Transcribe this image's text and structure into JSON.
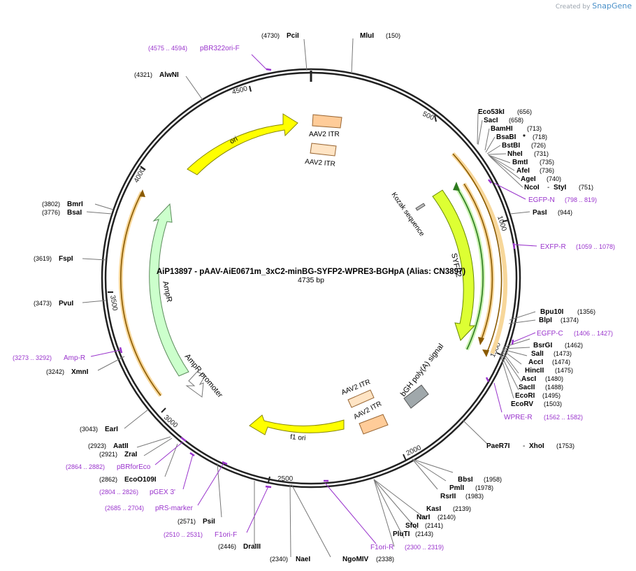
{
  "credit": {
    "prefix": "Created by",
    "brand": "SnapGene"
  },
  "plasmid": {
    "title": "AiP13897 - pAAV-AiE0671m_3xC2-minBG-SYFP2-WPRE3-BGHpA (Alias: CN3897)",
    "size_label": "4735 bp",
    "total_bp": 4735
  },
  "ticks": [
    "500",
    "1000",
    "1500",
    "2000",
    "2500",
    "3000",
    "3500",
    "4000",
    "4500"
  ],
  "features": [
    {
      "name": "ori",
      "color": "#ffff00",
      "border": "#888800"
    },
    {
      "name": "AmpR",
      "color": "#ccffcc",
      "border": "#5a8a5a"
    },
    {
      "name": "AmpR promoter",
      "color": "#ffffff",
      "border": "#777777"
    },
    {
      "name": "f1 ori",
      "color": "#ffff00",
      "border": "#888800"
    },
    {
      "name": "SYFP2",
      "color": "#ddff33",
      "border": "#668800"
    },
    {
      "name": "AAV2 ITR",
      "color": "#ffcc99",
      "border": "#996633"
    },
    {
      "name": "AAV2 ITR",
      "color": "#ffe4c4",
      "border": "#996633"
    },
    {
      "name": "AAV2 ITR",
      "color": "#ffe4c4",
      "border": "#996633"
    },
    {
      "name": "AAV2 ITR",
      "color": "#ffcc99",
      "border": "#996633"
    },
    {
      "name": "bGH poly(A) signal",
      "color": "#a0a8ab",
      "border": "#555555"
    },
    {
      "name": "Kozak sequence",
      "color": "#bbbbbb",
      "border": "#555555"
    }
  ],
  "sites": [
    {
      "name": "MluI",
      "pos": "(150)"
    },
    {
      "name": "PciI",
      "pos": "(4730)"
    },
    {
      "name": "AlwNI",
      "pos": "(4321)"
    },
    {
      "name": "BmrI",
      "pos": "(3802)"
    },
    {
      "name": "BsaI",
      "pos": "(3776)"
    },
    {
      "name": "FspI",
      "pos": "(3619)"
    },
    {
      "name": "PvuI",
      "pos": "(3473)"
    },
    {
      "name": "XmnI",
      "pos": "(3242)"
    },
    {
      "name": "EarI",
      "pos": "(3043)"
    },
    {
      "name": "AatII",
      "pos": "(2923)"
    },
    {
      "name": "ZraI",
      "pos": "(2921)"
    },
    {
      "name": "EcoO109I",
      "pos": "(2862)"
    },
    {
      "name": "PsiI",
      "pos": "(2571)"
    },
    {
      "name": "DraIII",
      "pos": "(2446)"
    },
    {
      "name": "NaeI",
      "pos": "(2340)"
    },
    {
      "name": "NgoMIV",
      "pos": "(2338)"
    },
    {
      "name": "PluTI",
      "pos": "(2143)"
    },
    {
      "name": "SfoI",
      "pos": "(2141)"
    },
    {
      "name": "NarI",
      "pos": "(2140)"
    },
    {
      "name": "KasI",
      "pos": "(2139)"
    },
    {
      "name": "RsrII",
      "pos": "(1983)"
    },
    {
      "name": "PmlI",
      "pos": "(1978)"
    },
    {
      "name": "BbsI",
      "pos": "(1958)"
    },
    {
      "name": "PaeR7I",
      "pos": ""
    },
    {
      "name": "XhoI",
      "pos": "(1753)"
    },
    {
      "name": "EcoRV",
      "pos": "(1503)"
    },
    {
      "name": "EcoRI",
      "pos": "(1495)"
    },
    {
      "name": "SacII",
      "pos": "(1488)"
    },
    {
      "name": "AscI",
      "pos": "(1480)"
    },
    {
      "name": "HincII",
      "pos": "(1475)"
    },
    {
      "name": "AccI",
      "pos": "(1474)"
    },
    {
      "name": "SalI",
      "pos": "(1473)"
    },
    {
      "name": "BsrGI",
      "pos": "(1462)"
    },
    {
      "name": "BlpI",
      "pos": "(1374)"
    },
    {
      "name": "Bpu10I",
      "pos": "(1356)"
    },
    {
      "name": "PasI",
      "pos": "(944)"
    },
    {
      "name": "NcoI",
      "pos": ""
    },
    {
      "name": "StyI",
      "pos": "(751)"
    },
    {
      "name": "AgeI",
      "pos": "(740)"
    },
    {
      "name": "AfeI",
      "pos": "(736)"
    },
    {
      "name": "BmtI",
      "pos": "(735)"
    },
    {
      "name": "NheI",
      "pos": "(731)"
    },
    {
      "name": "BstBI",
      "pos": "(726)"
    },
    {
      "name": "BsaBI",
      "pos": "(718)"
    },
    {
      "name": "BamHI",
      "pos": "(713)"
    },
    {
      "name": "SacI",
      "pos": "(658)"
    },
    {
      "name": "Eco53kI",
      "pos": "(656)"
    }
  ],
  "primers": [
    {
      "name": "pBR322ori-F",
      "range": "(4575 .. 4594)"
    },
    {
      "name": "EGFP-N",
      "range": "(798 .. 819)"
    },
    {
      "name": "EXFP-R",
      "range": "(1059 .. 1078)"
    },
    {
      "name": "EGFP-C",
      "range": "(1406 .. 1427)"
    },
    {
      "name": "WPRE-R",
      "range": "(1562 .. 1582)"
    },
    {
      "name": "F1ori-R",
      "range": "(2300 .. 2319)"
    },
    {
      "name": "F1ori-F",
      "range": "(2510 .. 2531)"
    },
    {
      "name": "pRS-marker",
      "range": "(2685 .. 2704)"
    },
    {
      "name": "pGEX 3'",
      "range": "(2804 .. 2826)"
    },
    {
      "name": "pBRforEco",
      "range": "(2864 .. 2882)"
    },
    {
      "name": "Amp-R",
      "range": "(3273 .. 3292)"
    }
  ],
  "colors": {
    "backbone": "#222222",
    "primer": "#9933cc",
    "label": "#000000",
    "pos": "#333333"
  }
}
